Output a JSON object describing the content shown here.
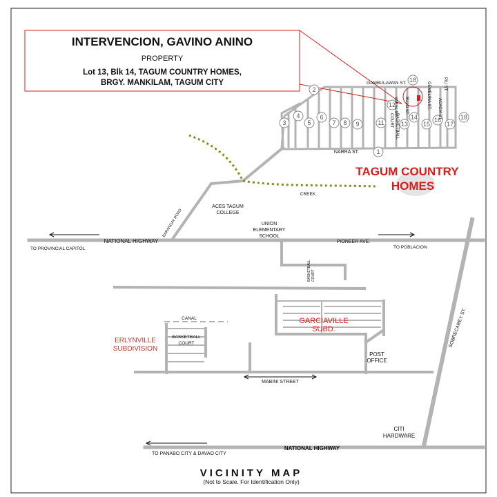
{
  "colors": {
    "road": "#b3b3b3",
    "callout_border": "#cc2222",
    "label_red": "#d81c1c",
    "subdivision_red": "#c0392b",
    "creek": "#8a8a1a",
    "property_marker": "#d81c1c"
  },
  "title_box": {
    "owner": "INTERVENCION, GAVINO ANINO",
    "type": "PROPERTY",
    "line1": "Lot 13, Blk 14, TAGUM COUNTRY HOMES,",
    "line2": "BRGY. MANKILAM, TAGUM CITY"
  },
  "subdivision_labels": {
    "tagum_line1": "TAGUM COUNTRY",
    "tagum_line2": "HOMES",
    "garciaville_line1": "GARCIAVILLE",
    "garciaville_line2": "SUBD.",
    "erlynville_line1": "ERLYNVILLE",
    "erlynville_line2": "SUBDIVISION"
  },
  "street_labels": {
    "gambulawan": "GAMBULAWAN ST.",
    "narra": "NARRA ST.",
    "creek": "CREEK",
    "barangay_road": "BARANGAY ROAD",
    "national_highway_top": "NATIONAL HIGHWAY",
    "to_provincial_capitol": "TO PROVINCIAL CAPITOL",
    "pioneer_ave": "PIONEER AVE.",
    "to_poblacion": "TO POBLACION",
    "sobrecarey": "SOBRECAREY ST.",
    "mabini": "MABINI STREET",
    "national_highway_bottom": "NATIONAL HIGHWAY",
    "to_panabo": "TO PANABO CITY  & DAVAO CITY",
    "canal": "CANAL",
    "basketball_court_line1": "BASKETBALL",
    "basketball_court_line2": "COURT",
    "garciaville_bball_line1": "BASKETBALL",
    "garciaville_bball_line2": "COURT",
    "tch_bball_line1": "BASKETBALL",
    "tch_bball_line2": "COURT",
    "yakal": "YAKAL ST.",
    "bulo": "BULO ST.",
    "gemelina": "GEMELINA ST.",
    "acacia": "ACACIA ST.",
    "piu": "PIU ST."
  },
  "landmarks": {
    "aces_line1": "ACES TAGUM",
    "aces_line2": "COLLEGE",
    "union_line1": "UNION",
    "union_line2": "ELEMENTARY",
    "union_line3": "SCHOOL",
    "post_line1": "POST",
    "post_line2": "OFFICE",
    "citi_line1": "CITI",
    "citi_line2": "HARDWARE"
  },
  "block_numbers": [
    "1",
    "2",
    "3",
    "4",
    "5",
    "6",
    "7",
    "8",
    "9",
    "11",
    "12",
    "13",
    "14",
    "15",
    "16",
    "17",
    "18"
  ],
  "footer": {
    "title": "VICINITY MAP",
    "subtitle": "(Not to Scale. For Identification Only)"
  }
}
